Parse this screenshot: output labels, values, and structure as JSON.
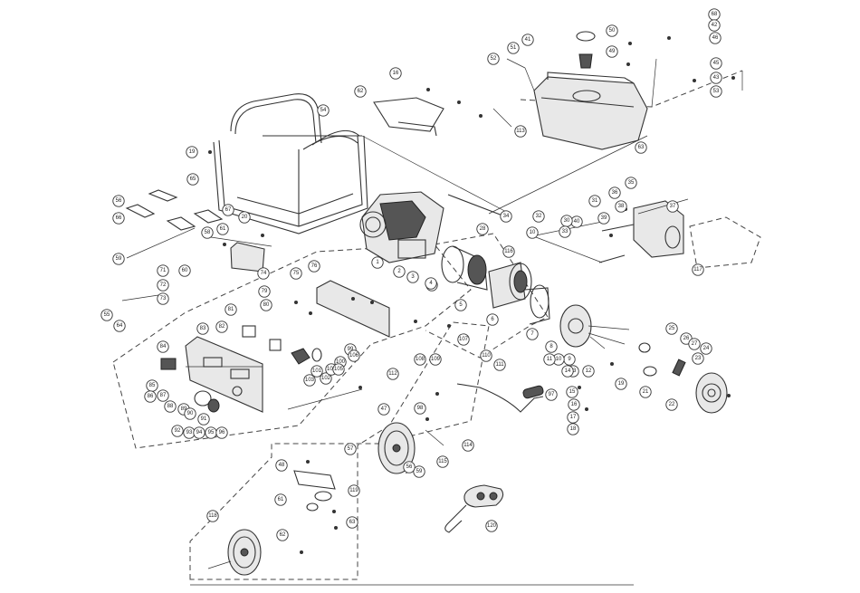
{
  "diagram": {
    "callout_labels": [
      "68",
      "42",
      "46",
      "41",
      "50",
      "51",
      "52",
      "49",
      "45",
      "43",
      "53",
      "16",
      "63",
      "54",
      "113",
      "62",
      "19",
      "56",
      "65",
      "66",
      "67",
      "59",
      "61",
      "58",
      "60",
      "20",
      "35",
      "36",
      "37",
      "38",
      "39",
      "40",
      "31",
      "30",
      "32",
      "33",
      "34",
      "28",
      "10",
      "117",
      "1",
      "3",
      "2",
      "2",
      "116",
      "4",
      "5",
      "6",
      "71",
      "72",
      "73",
      "55",
      "64",
      "74",
      "75",
      "76",
      "79",
      "80",
      "81",
      "82",
      "83",
      "84",
      "85",
      "86",
      "87",
      "88",
      "89",
      "90",
      "91",
      "92",
      "93",
      "94",
      "95",
      "96",
      "99",
      "100",
      "101",
      "102",
      "103",
      "104",
      "105",
      "106",
      "7",
      "8",
      "9",
      "10",
      "11",
      "12",
      "13",
      "14",
      "15",
      "16",
      "17",
      "18",
      "25",
      "26",
      "27",
      "21",
      "22",
      "23",
      "24",
      "19",
      "107",
      "108",
      "109",
      "110",
      "111",
      "112",
      "97",
      "98",
      "114",
      "115",
      "59",
      "56",
      "57",
      "48",
      "61",
      "47",
      "118",
      "119",
      "120",
      "62",
      "63"
    ]
  }
}
